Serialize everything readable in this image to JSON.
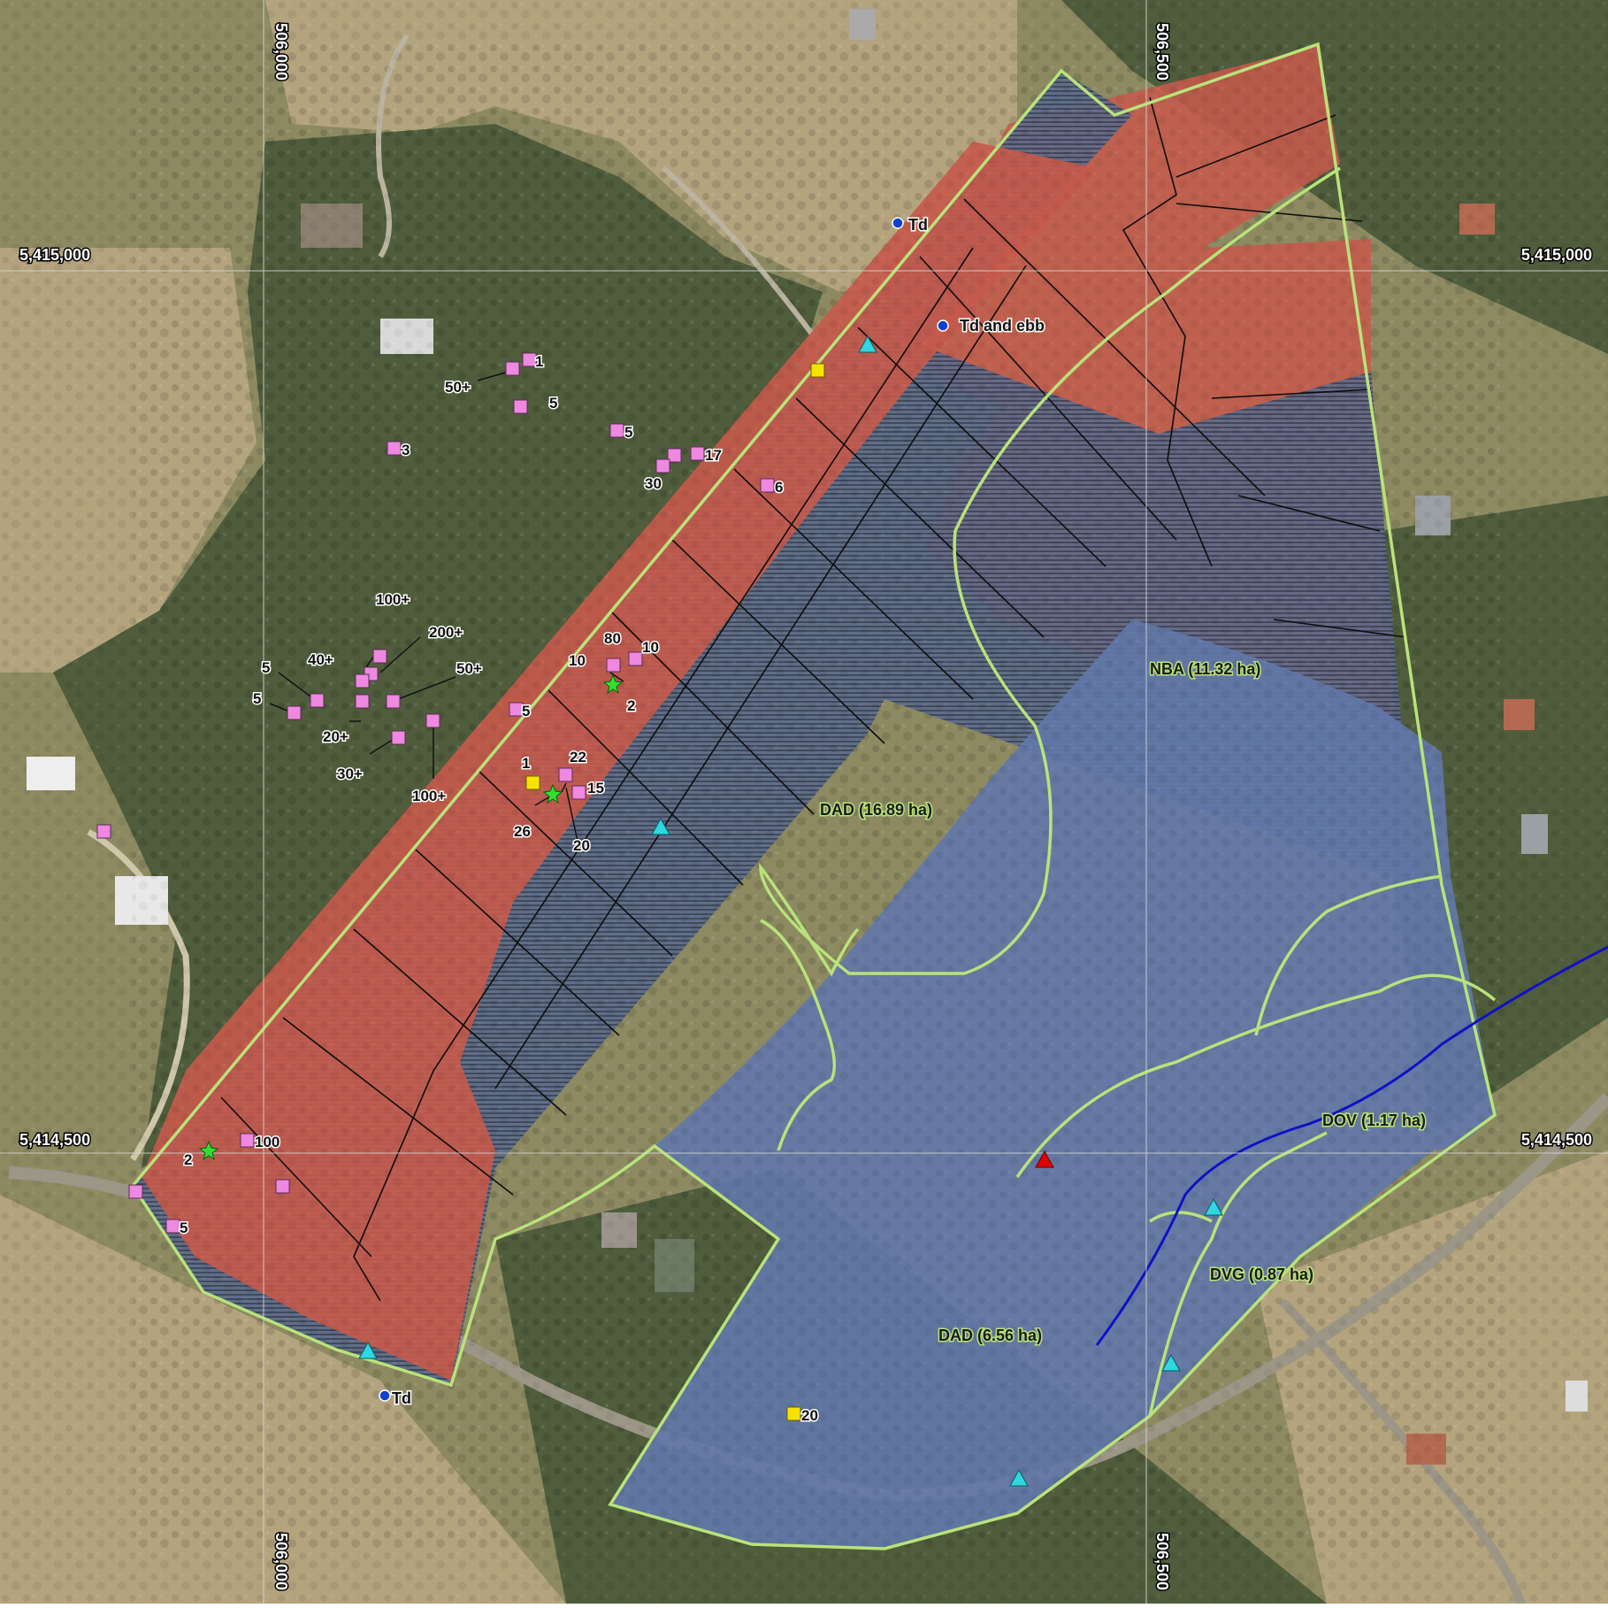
{
  "map": {
    "colors": {
      "background": "#8d8a62",
      "forest": "#4f5d3c",
      "paddock": "#b4a47e",
      "red_zone": "#c65a4c",
      "blue_zone": "#6277a8",
      "boundary": "#b9e37a",
      "stream": "#1010c8",
      "pink_marker": "#ee88e0",
      "yellow_marker": "#f6e400",
      "green_star": "#30e030",
      "cyan_triangle": "#2fd7e0",
      "red_triangle": "#e00000",
      "blue_dot": "#1040d0"
    },
    "grid": {
      "northing_upper": "5,415,000",
      "northing_lower": "5,414,500",
      "easting_left": "506,000",
      "easting_right": "506,500"
    },
    "vegetation_units": [
      "NBA (11.32 ha)",
      "DAD (16.89 ha)",
      "DOV (1.17 ha)",
      "DVG (0.87 ha)",
      "DAD (6.56 ha)"
    ],
    "site_labels": [
      "Td",
      "Td and ebb",
      "Td"
    ],
    "count_labels": [
      "1",
      "50+",
      "5",
      "5",
      "3",
      "17",
      "30",
      "6",
      "100+",
      "200+",
      "40+",
      "5",
      "50+",
      "5",
      "20+",
      "30+",
      "100+",
      "80",
      "10",
      "10",
      "2",
      "5",
      "22",
      "1",
      "15",
      "26",
      "20",
      "100",
      "2",
      "5",
      "20"
    ]
  }
}
